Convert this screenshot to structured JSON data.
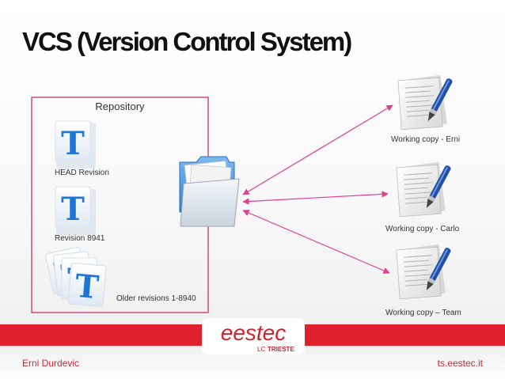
{
  "title": "VCS (Version Control System)",
  "repository": {
    "title": "Repository",
    "head_label": "HEAD Revision",
    "revision_label": "Revision 8941",
    "older_label": "Older revisions 1-8940",
    "doc_glyph": "T"
  },
  "working_copies": [
    {
      "label": "Working copy - Erni"
    },
    {
      "label": "Working copy - Carlo"
    },
    {
      "label": "Working copy – Team"
    }
  ],
  "logo": {
    "main": "eestec",
    "lc": "LC",
    "city": "TRIESTE"
  },
  "footer": {
    "author": "Erni Durdevic",
    "site": "ts.eestec.it"
  },
  "colors": {
    "accent_red": "#e0202c",
    "arrow_pink": "#e0408f",
    "repo_border": "#c2336a",
    "folder_blue": "#3f8fe0",
    "doc_blue": "#1e77d6",
    "pen_blue": "#1f4fa8"
  },
  "icons": {
    "document": "text-document-icon",
    "folder": "folder-icon",
    "working_copy": "paper-with-pen-icon"
  }
}
